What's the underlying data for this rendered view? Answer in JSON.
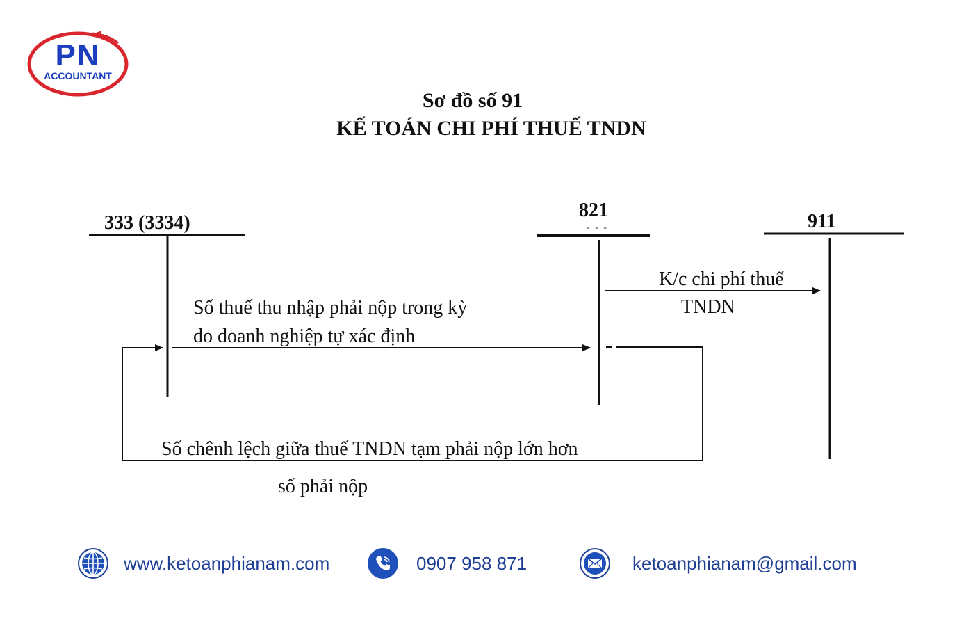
{
  "logo": {
    "main": "PN",
    "sub": "ACCOUNTANT"
  },
  "title": {
    "line1": "Sơ đồ số 91",
    "line2": "KẾ TOÁN CHI PHÍ THUẾ TNDN"
  },
  "accounts": {
    "a333": "333 (3334)",
    "a821": "821",
    "a911": "911"
  },
  "entries": {
    "tax_payable_line1": "Số thuế thu nhập phải nộp trong kỳ",
    "tax_payable_line2": "do doanh nghiệp tự xác định",
    "transfer_line1": "K/c chi phí  thuế",
    "transfer_line2": "TNDN",
    "difference_line1": "Số chênh lệch giữa thuế TNDN tạm phải nộp lớn hơn",
    "difference_line2": "số phải nộp"
  },
  "footer": {
    "website": "www.ketoanphianam.com",
    "phone": "0907 958 871",
    "email": "ketoanphianam@gmail.com"
  },
  "colors": {
    "logo_red": "#d9262c",
    "logo_blue": "#1d3fbf",
    "footer_blue": "#1f3f95"
  },
  "icons": [
    "globe-icon",
    "phone-icon",
    "mail-icon"
  ]
}
